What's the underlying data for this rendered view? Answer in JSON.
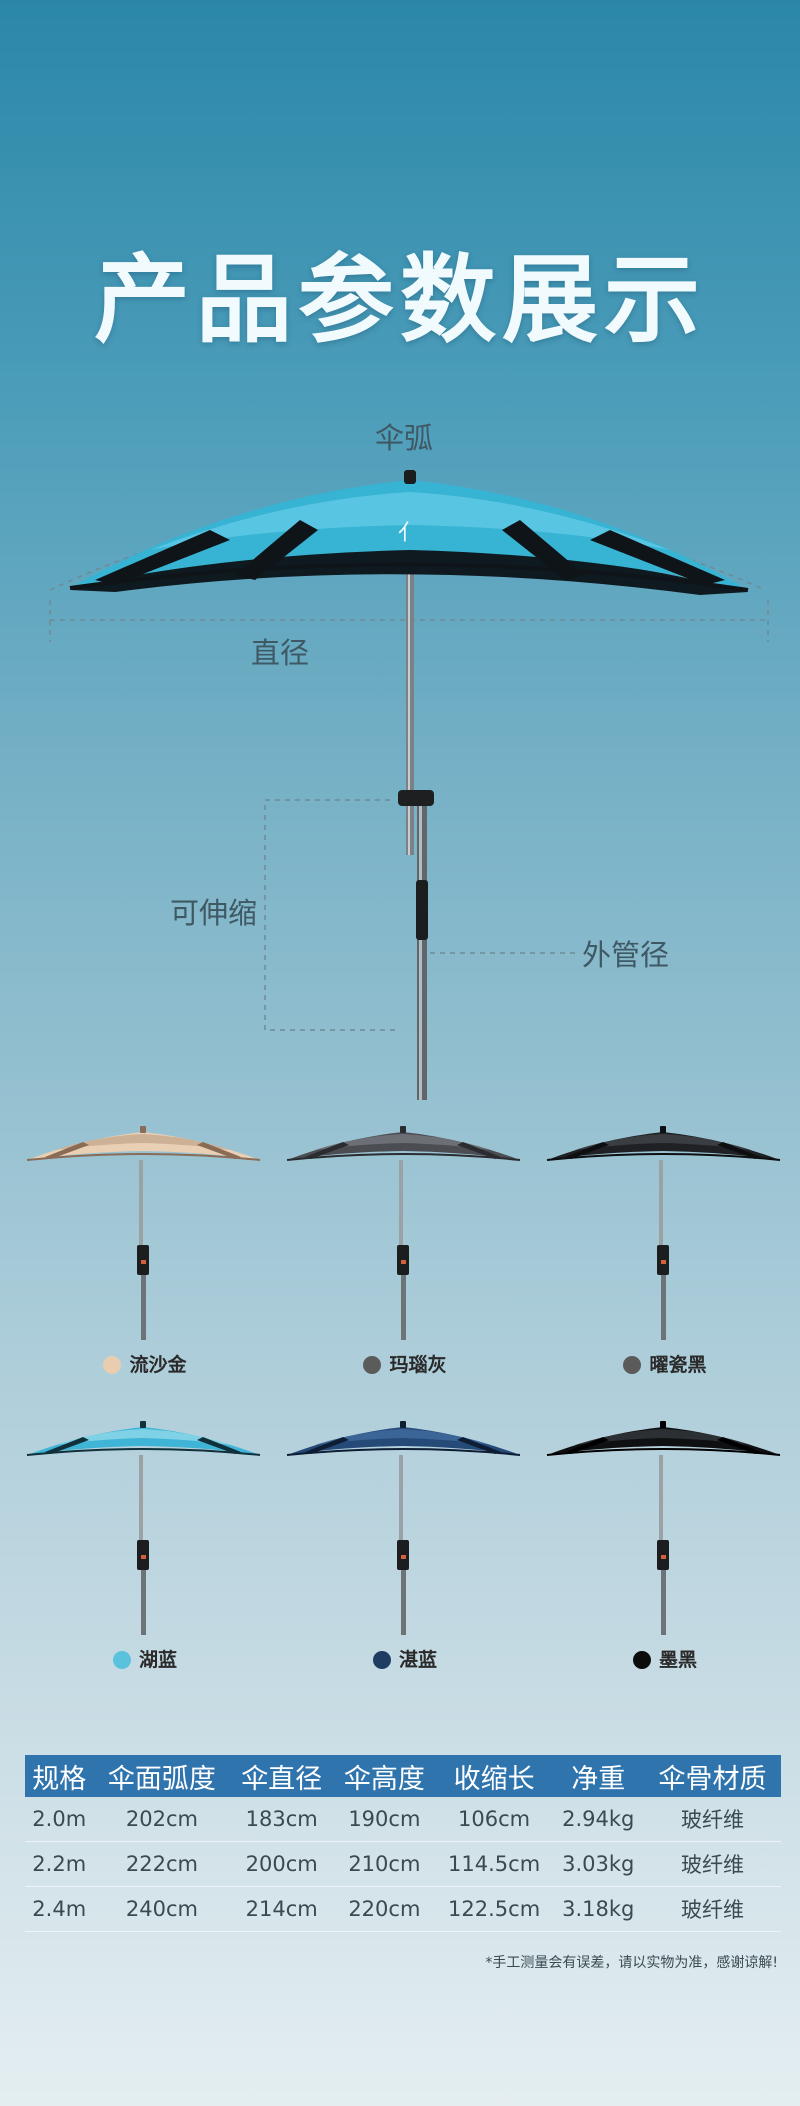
{
  "title": "产品参数展示",
  "dimensions": {
    "arc": "伞弧",
    "diameter": "直径",
    "telescopic": "可伸缩",
    "outer_tube": "外管径"
  },
  "colors": [
    {
      "name": "流沙金",
      "swatch": "#e8cdb0",
      "canopy": "#e9cfb3",
      "inner": "#cdb197",
      "frame": "#8a6b55"
    },
    {
      "name": "玛瑙灰",
      "swatch": "#5b5b5b",
      "canopy": "#4b4d52",
      "inner": "#6c6f75",
      "frame": "#2b2c30"
    },
    {
      "name": "曜瓷黑",
      "swatch": "#5b5b5b",
      "canopy": "#1f2124",
      "inner": "#3a3d42",
      "frame": "#0e0f10"
    },
    {
      "name": "湖蓝",
      "swatch": "#5bc2dd",
      "canopy": "#3fb4d6",
      "inner": "#7fd1e6",
      "frame": "#10303b"
    },
    {
      "name": "湛蓝",
      "swatch": "#1f3d63",
      "canopy": "#254a78",
      "inner": "#3b6597",
      "frame": "#0d1d33"
    },
    {
      "name": "墨黑",
      "swatch": "#0c0c0c",
      "canopy": "#0f1012",
      "inner": "#2c2f33",
      "frame": "#000000"
    }
  ],
  "spec_table": {
    "headers": [
      "规格",
      "伞面弧度",
      "伞直径",
      "伞高度",
      "收缩长",
      "净重",
      "伞骨材质"
    ],
    "rows": [
      [
        "2.0m",
        "202cm",
        "183cm",
        "190cm",
        "106cm",
        "2.94kg",
        "玻纤维"
      ],
      [
        "2.2m",
        "222cm",
        "200cm",
        "210cm",
        "114.5cm",
        "3.03kg",
        "玻纤维"
      ],
      [
        "2.4m",
        "240cm",
        "214cm",
        "220cm",
        "122.5cm",
        "3.18kg",
        "玻纤维"
      ]
    ]
  },
  "note": "*手工测量会有误差，请以实物为准，感谢谅解!"
}
